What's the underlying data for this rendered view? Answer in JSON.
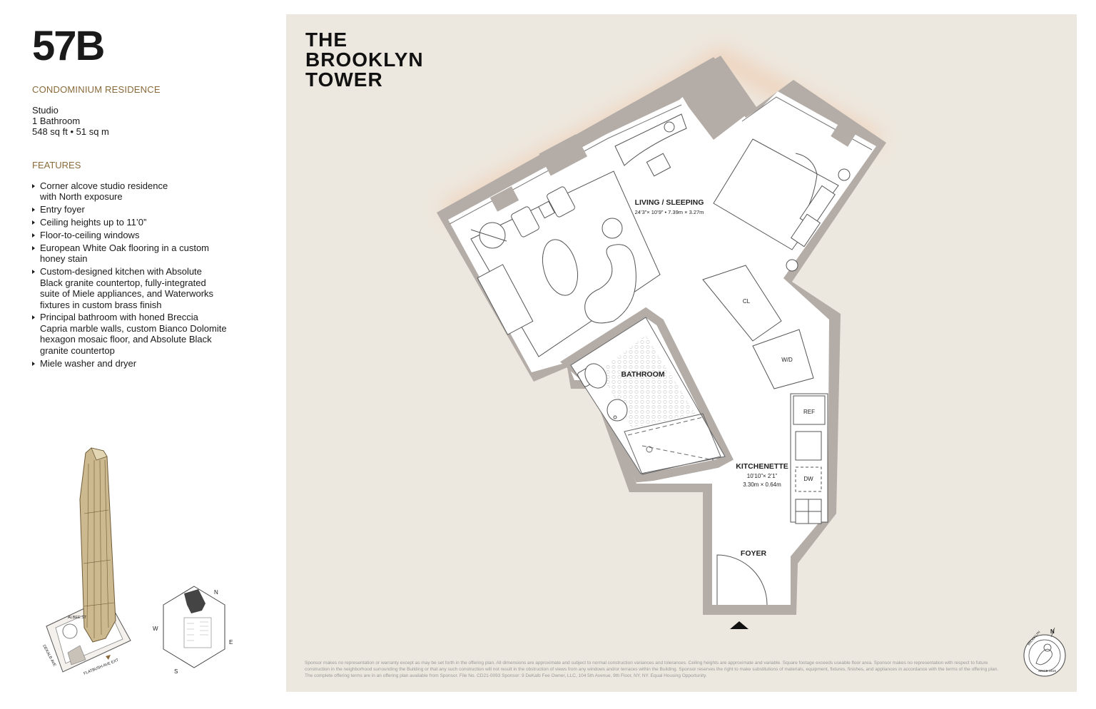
{
  "unit": {
    "number": "57B",
    "type": "CONDOMINIUM RESIDENCE"
  },
  "specs": [
    "Studio",
    "1 Bathroom",
    "548 sq ft • 51 sq m"
  ],
  "features_heading": "FEATURES",
  "features": [
    [
      "Corner alcove studio residence",
      "with North exposure"
    ],
    [
      "Entry foyer"
    ],
    [
      "Ceiling heights up to 11’0”"
    ],
    [
      "Floor-to-ceiling windows"
    ],
    [
      "European White Oak flooring in a custom",
      "honey stain"
    ],
    [
      "Custom-designed kitchen with Absolute",
      "Black granite countertop, fully-integrated",
      "suite of Miele appliances, and Waterworks",
      "fixtures in custom brass finish"
    ],
    [
      "Principal bathroom with honed Breccia",
      "Capria marble walls, custom Bianco Dolomite",
      "hexagon mosaic floor, and Absolute Black",
      "granite countertop"
    ],
    [
      "Miele washer and dryer"
    ]
  ],
  "brand": [
    "THE",
    "BROOKLYN",
    "TOWER"
  ],
  "rooms": {
    "living": {
      "name": "LIVING / SLEEPING",
      "dim": "24’3”× 10’9” • 7.39m × 3.27m"
    },
    "bathroom": {
      "name": "BATHROOM"
    },
    "kitchenette": {
      "name": "KITCHENETTE",
      "dim1": "10’10”× 2’1”",
      "dim2": "3.30m × 0.64m"
    },
    "foyer": {
      "name": "FOYER"
    },
    "closet": "CL",
    "washer_dryer": "W/D",
    "refrigerator": "REF",
    "dishwasher": "DW"
  },
  "site": {
    "street_top": "ALBEE ST",
    "street_left": "DEKALB AVE",
    "street_bottom": "FLATBUSH AVE EXT"
  },
  "compass": {
    "n": "N",
    "e": "E",
    "s": "S",
    "w": "W"
  },
  "seal": {
    "n": "N",
    "text_top": "BROOKLYN",
    "text_bottom": "SINCE 1816"
  },
  "legal": "Sponsor makes no representation or warranty except as may be set forth in the offering plan. All dimensions are approximate and subject to normal construction variances and tolerances. Ceiling heights are approximate and variable. Square footage exceeds useable floor area. Sponsor makes no representation with respect to future construction in the neighborhood surrounding the Building or that any such construction will not result in the obstruction of views from any windows and/or terraces within the Building. Sponsor reserves the right to make substitutions of materials, equipment, fixtures, finishes, and appliances in accordance with the terms of the offering plan. The complete offering terms are in an offering plan available from Sponsor. File No. CD21-0093 Sponsor: 9 DeKalb Fee Owner, LLC, 104 5th Avenue, 9th Floor, NY, NY. Equal Housing Opportunity.",
  "colors": {
    "panel": "#ede8df",
    "wall": "#b3aca7",
    "accent": "#8a6a3a",
    "glow": "#f0c9ad"
  }
}
